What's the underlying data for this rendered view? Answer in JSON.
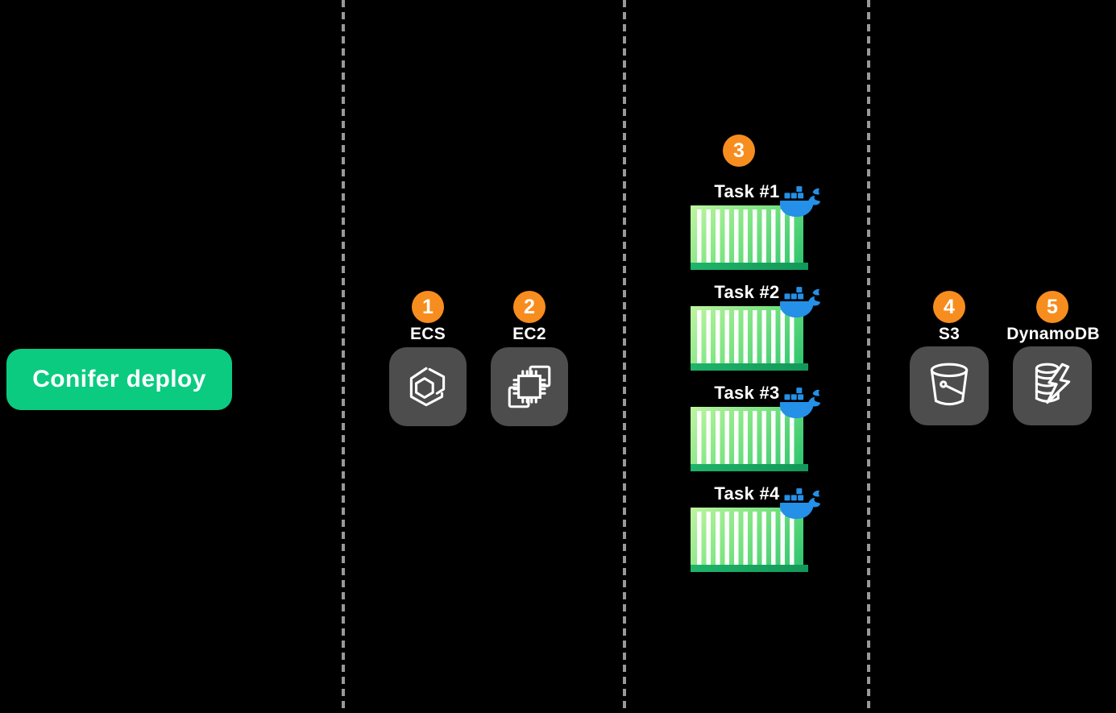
{
  "diagram": {
    "background": "#000000",
    "divider_color": "#999999"
  },
  "deploy_button": {
    "label": "Conifer deploy",
    "color": "#0BCB80"
  },
  "steps": {
    "ecs": {
      "number": "1",
      "label": "ECS"
    },
    "ec2": {
      "number": "2",
      "label": "EC2"
    },
    "tasks": {
      "number": "3"
    },
    "s3": {
      "number": "4",
      "label": "S3"
    },
    "dynamodb": {
      "number": "5",
      "label": "DynamoDB"
    }
  },
  "tasks": [
    {
      "label": "Task #1"
    },
    {
      "label": "Task #2"
    },
    {
      "label": "Task #3"
    },
    {
      "label": "Task #4"
    }
  ],
  "icons": [
    "ecs-hexagon-icon",
    "ec2-chip-icon",
    "docker-whale-icon",
    "s3-bucket-icon",
    "dynamodb-icon"
  ],
  "colors": {
    "badge_orange": "#F78D1E",
    "tile_gray": "#4D4D4D",
    "docker_blue": "#2490E8",
    "container_green_light": "#BFF5A0",
    "container_green": "#2FC56F",
    "container_base_green": "#17A65C",
    "button_green": "#0BCB80",
    "divider_gray": "#999999",
    "label_white": "#FFFFFF"
  }
}
